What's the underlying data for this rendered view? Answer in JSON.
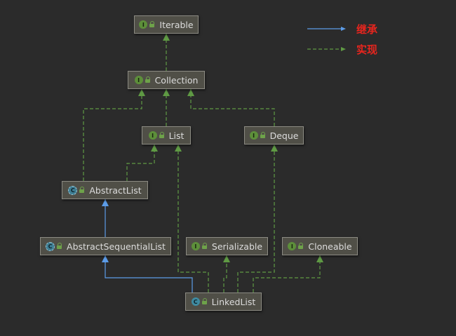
{
  "nodes": [
    {
      "id": "iterable",
      "label": "Iterable",
      "kind": "I"
    },
    {
      "id": "collection",
      "label": "Collection",
      "kind": "I"
    },
    {
      "id": "list",
      "label": "List",
      "kind": "I"
    },
    {
      "id": "deque",
      "label": "Deque",
      "kind": "I"
    },
    {
      "id": "abstract-list",
      "label": "AbstractList",
      "kind": "C"
    },
    {
      "id": "abstract-sequential-list",
      "label": "AbstractSequentialList",
      "kind": "C"
    },
    {
      "id": "serializable",
      "label": "Serializable",
      "kind": "I"
    },
    {
      "id": "cloneable",
      "label": "Cloneable",
      "kind": "I"
    },
    {
      "id": "linked-list",
      "label": "LinkedList",
      "kind": "C"
    }
  ],
  "edges": [
    {
      "from": "collection",
      "to": "iterable",
      "type": "implements"
    },
    {
      "from": "list",
      "to": "collection",
      "type": "implements"
    },
    {
      "from": "deque",
      "to": "collection",
      "type": "implements"
    },
    {
      "from": "abstract-list",
      "to": "collection",
      "type": "implements"
    },
    {
      "from": "abstract-list",
      "to": "list",
      "type": "implements"
    },
    {
      "from": "abstract-sequential-list",
      "to": "abstract-list",
      "type": "extends"
    },
    {
      "from": "linked-list",
      "to": "abstract-sequential-list",
      "type": "extends"
    },
    {
      "from": "linked-list",
      "to": "list",
      "type": "implements"
    },
    {
      "from": "linked-list",
      "to": "deque",
      "type": "implements"
    },
    {
      "from": "linked-list",
      "to": "serializable",
      "type": "implements"
    },
    {
      "from": "linked-list",
      "to": "cloneable",
      "type": "implements"
    }
  ],
  "legend": {
    "extends_label": "继承",
    "implements_label": "实现"
  },
  "colors": {
    "extends": "#5c9ce8",
    "implements": "#5f9a44",
    "background": "#2b2b2b",
    "legend_text": "#e8251e"
  }
}
